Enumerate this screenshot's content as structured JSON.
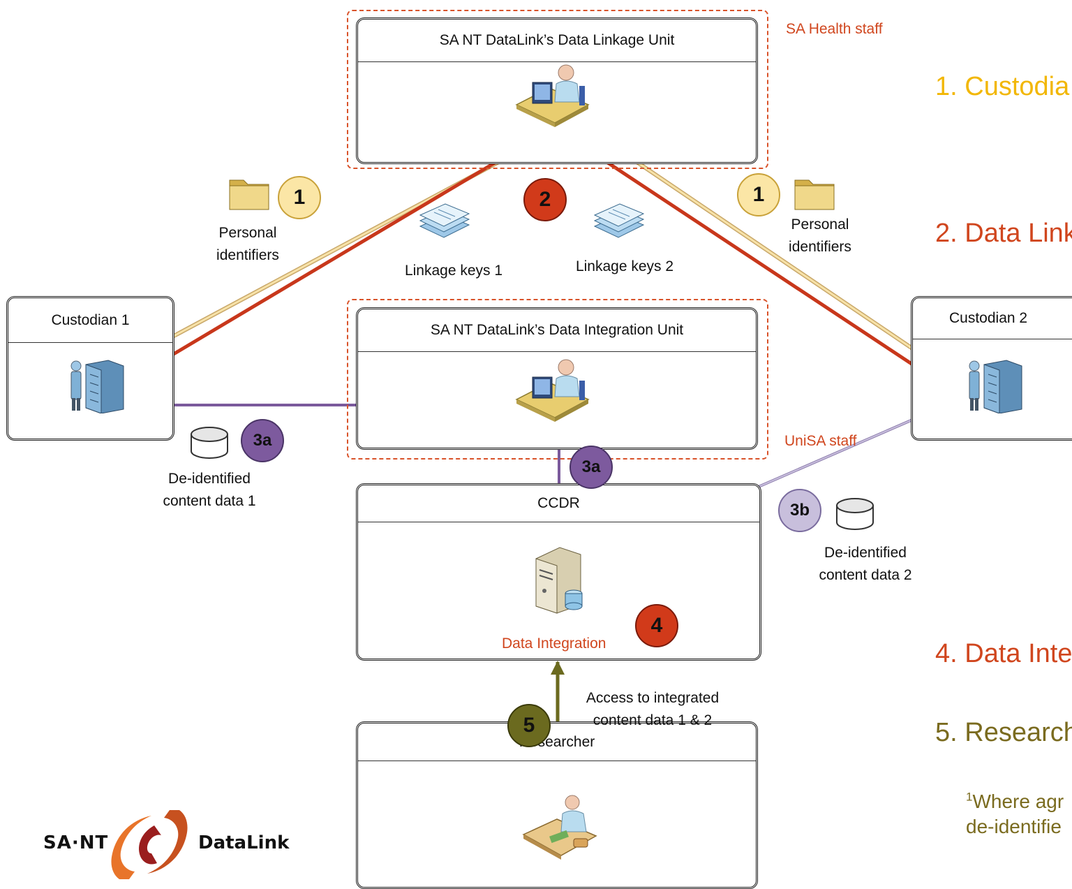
{
  "units": {
    "linkage": {
      "title": "SA NT DataLink’s Data Linkage Unit"
    },
    "integration": {
      "title": "SA NT DataLink’s Data Integration Unit"
    },
    "custodian1": {
      "title": "Custodian 1"
    },
    "custodian2": {
      "title": "Custodian 2"
    },
    "ccdr": {
      "title": "CCDR",
      "sublabel": "Data Integration"
    },
    "researcher": {
      "title": "Researcher"
    }
  },
  "staff": {
    "sa_health": "SA Health staff",
    "unisa": "UniSA staff"
  },
  "steps": {
    "s1": "1",
    "s2": "2",
    "s3a": "3a",
    "s3b": "3b",
    "s4": "4",
    "s5": "5"
  },
  "labels": {
    "personal_identifiers_line1": "Personal",
    "personal_identifiers_line2": "identifiers",
    "linkage_keys_1": "Linkage keys 1",
    "linkage_keys_2": "Linkage keys 2",
    "deid_1_line1": "De-identified",
    "deid_1_line2": "content data 1",
    "deid_2_line1": "De-identified",
    "deid_2_line2": "content data 2",
    "access_line1": "Access to integrated",
    "access_line2": "content data 1 & 2"
  },
  "legend": {
    "item1": "1. Custodia",
    "item2": "2. Data Link",
    "item4": "4. Data Inte",
    "item5": "5. Research",
    "footnote_sup": "1",
    "footnote_line1": "Where agr",
    "footnote_line2": "de-identifie"
  },
  "logo": {
    "left": "SA·NT",
    "right": "DataLink"
  },
  "colors": {
    "orange_red": "#d0461e",
    "light_yellow": "#f5d98a",
    "purple": "#7b5a9c",
    "light_purple": "#b3a6cc",
    "olive": "#6b6a1f",
    "legend_yellow": "#f2b705",
    "dark_red": "#a8231c"
  }
}
